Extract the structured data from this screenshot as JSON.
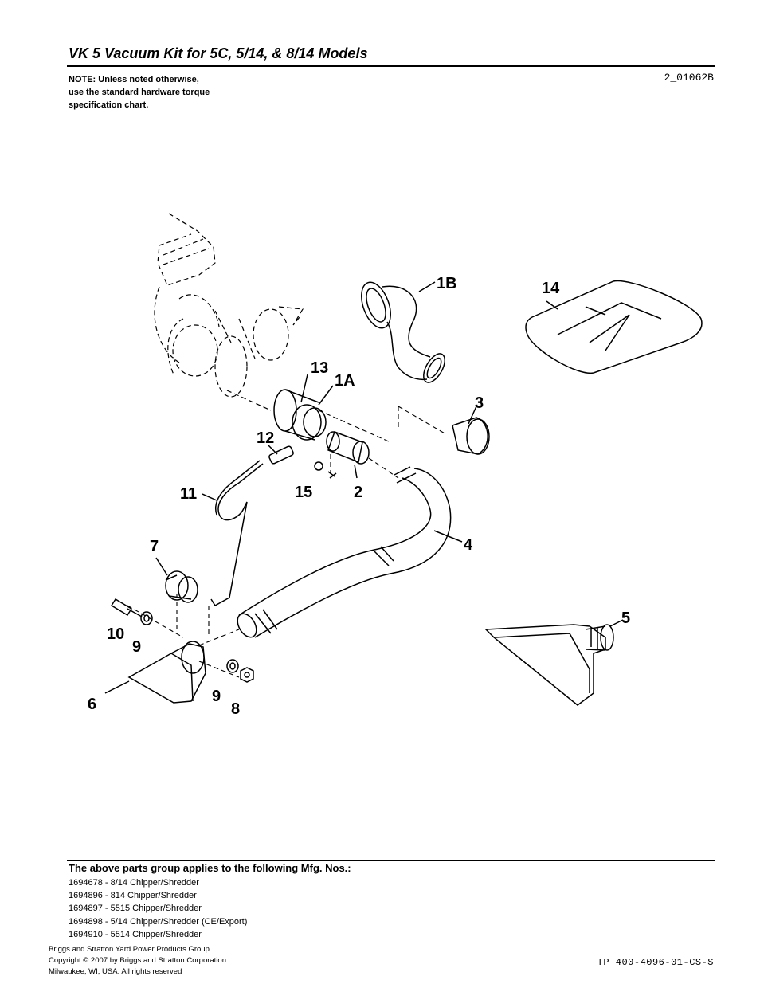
{
  "header": {
    "title": "VK 5 Vacuum Kit for 5C, 5/14, & 8/14 Models",
    "note_lines": [
      "NOTE: Unless noted otherwise,",
      "use the standard hardware torque",
      "specification chart."
    ],
    "drawing_id": "2_01062B"
  },
  "diagram": {
    "callouts": [
      "1B",
      "14",
      "13",
      "1A",
      "3",
      "12",
      "11",
      "15",
      "2",
      "4",
      "7",
      "10",
      "9",
      "5",
      "9",
      "6",
      "8"
    ]
  },
  "footer": {
    "applies_heading": "The above parts group applies to the following Mfg. Nos.:",
    "mfg_numbers": [
      "1694678 - 8/14 Chipper/Shredder",
      "1694896 - 814 Chipper/Shredder",
      "1694897 - 5515 Chipper/Shredder",
      "1694898 - 5/14 Chipper/Shredder (CE/Export)",
      "1694910 - 5514 Chipper/Shredder"
    ],
    "publisher_lines": [
      "Briggs and Stratton Yard Power Products Group",
      "Copyright ©  2007 by Briggs and Stratton Corporation",
      "Milwaukee, WI, USA. All rights reserved"
    ],
    "doc_number": "TP 400-4096-01-CS-S"
  }
}
